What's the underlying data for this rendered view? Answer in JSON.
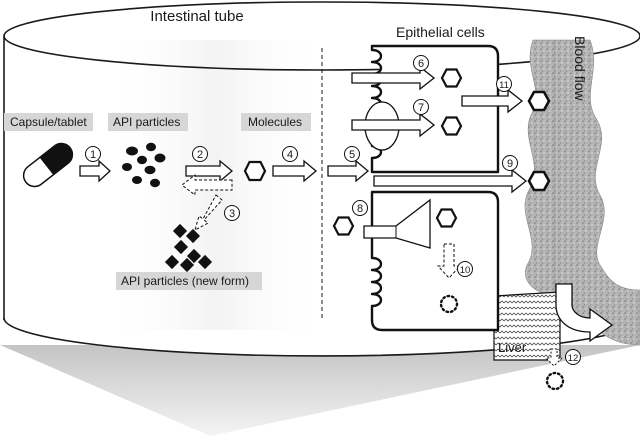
{
  "title": "Intestinal tube",
  "labels": {
    "capsule": "Capsule/tablet",
    "api_particles": "API particles",
    "molecules": "Molecules",
    "api_new_form": "API particles (new form)",
    "epithelial": "Epithelial cells",
    "blood_flow": "Blood flow",
    "liver": "Liver"
  },
  "steps": [
    "1",
    "2",
    "3",
    "4",
    "5",
    "6",
    "7",
    "8",
    "9",
    "10",
    "11",
    "12"
  ],
  "colors": {
    "ink": "#1a1a1a",
    "label_bg": "#d6d6d6",
    "shade_dark": "#c8c8c8",
    "blood": "#a9a9a9"
  }
}
